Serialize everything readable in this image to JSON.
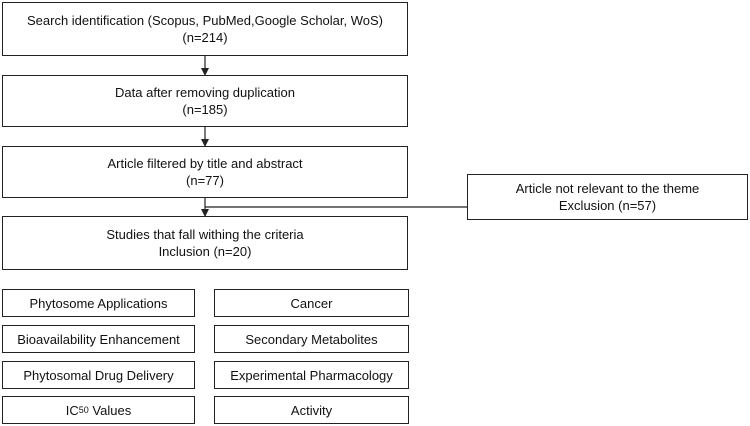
{
  "flow": {
    "search": {
      "line1": "Search identification (Scopus, PubMed,Google Scholar, WoS)",
      "line2": "(n=214)"
    },
    "dedup": {
      "line1": "Data after removing duplication",
      "line2": "(n=185)"
    },
    "filtered": {
      "line1": "Article filtered by title and abstract",
      "line2": "(n=77)"
    },
    "exclusion": {
      "line1": "Article not relevant to the theme",
      "line2": "Exclusion (n=57)"
    },
    "inclusion": {
      "line1": "Studies that fall withing the criteria",
      "line2": "Inclusion (n=20)"
    }
  },
  "keywords": {
    "phytosome_applications": "Phytosome Applications",
    "cancer": "Cancer",
    "bioavailability": "Bioavailability Enhancement",
    "secondary_metabolites": "Secondary Metabolites",
    "drug_delivery": "Phytosomal Drug Delivery",
    "experimental_pharmacology": "Experimental Pharmacology",
    "ic50_prefix": "IC",
    "ic50_sub": "50",
    "ic50_suffix": " Values",
    "activity": "Activity"
  }
}
